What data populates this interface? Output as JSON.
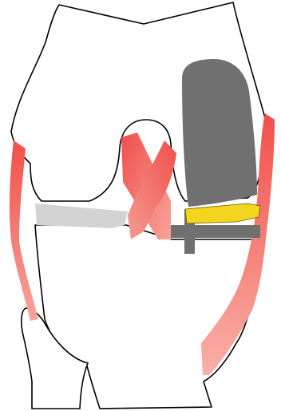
{
  "diagram": {
    "colors": {
      "background": "#ffffff",
      "bone_fill": "#ffffff",
      "bone_stroke": "#000000",
      "ligament_red": "#f0504a",
      "ligament_red_light": "#f7a39c",
      "meniscus_gray": "#d3d3d3",
      "implant_dark_gray": "#707070",
      "insert_yellow": "#f2d51c"
    },
    "parts": [
      "femur",
      "tibia",
      "fibula",
      "medial-collateral-ligament",
      "lateral-collateral-ligament",
      "anterior-cruciate-ligament",
      "posterior-cruciate-ligament",
      "meniscus",
      "femoral-implant",
      "tibial-implant",
      "implant-insert"
    ]
  }
}
